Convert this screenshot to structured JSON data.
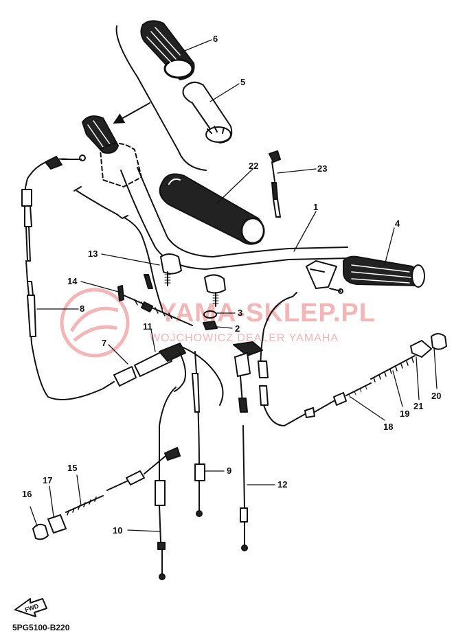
{
  "watermark": {
    "primary": "YAMA-SKLEP.PL",
    "secondary": "WOJCHOWICZ DEALER YAMAHA",
    "color": "#f3b5b5"
  },
  "diagram_code": "5PG5100-B220",
  "fwd_label": "FWD",
  "callouts": [
    {
      "number": "1"
    },
    {
      "number": "2"
    },
    {
      "number": "3"
    },
    {
      "number": "4"
    },
    {
      "number": "5"
    },
    {
      "number": "6"
    },
    {
      "number": "7"
    },
    {
      "number": "8"
    },
    {
      "number": "9"
    },
    {
      "number": "10"
    },
    {
      "number": "11"
    },
    {
      "number": "12"
    },
    {
      "number": "13"
    },
    {
      "number": "14"
    },
    {
      "number": "15"
    },
    {
      "number": "16"
    },
    {
      "number": "17"
    },
    {
      "number": "18"
    },
    {
      "number": "19"
    },
    {
      "number": "20"
    },
    {
      "number": "21"
    },
    {
      "number": "22"
    },
    {
      "number": "23"
    }
  ]
}
